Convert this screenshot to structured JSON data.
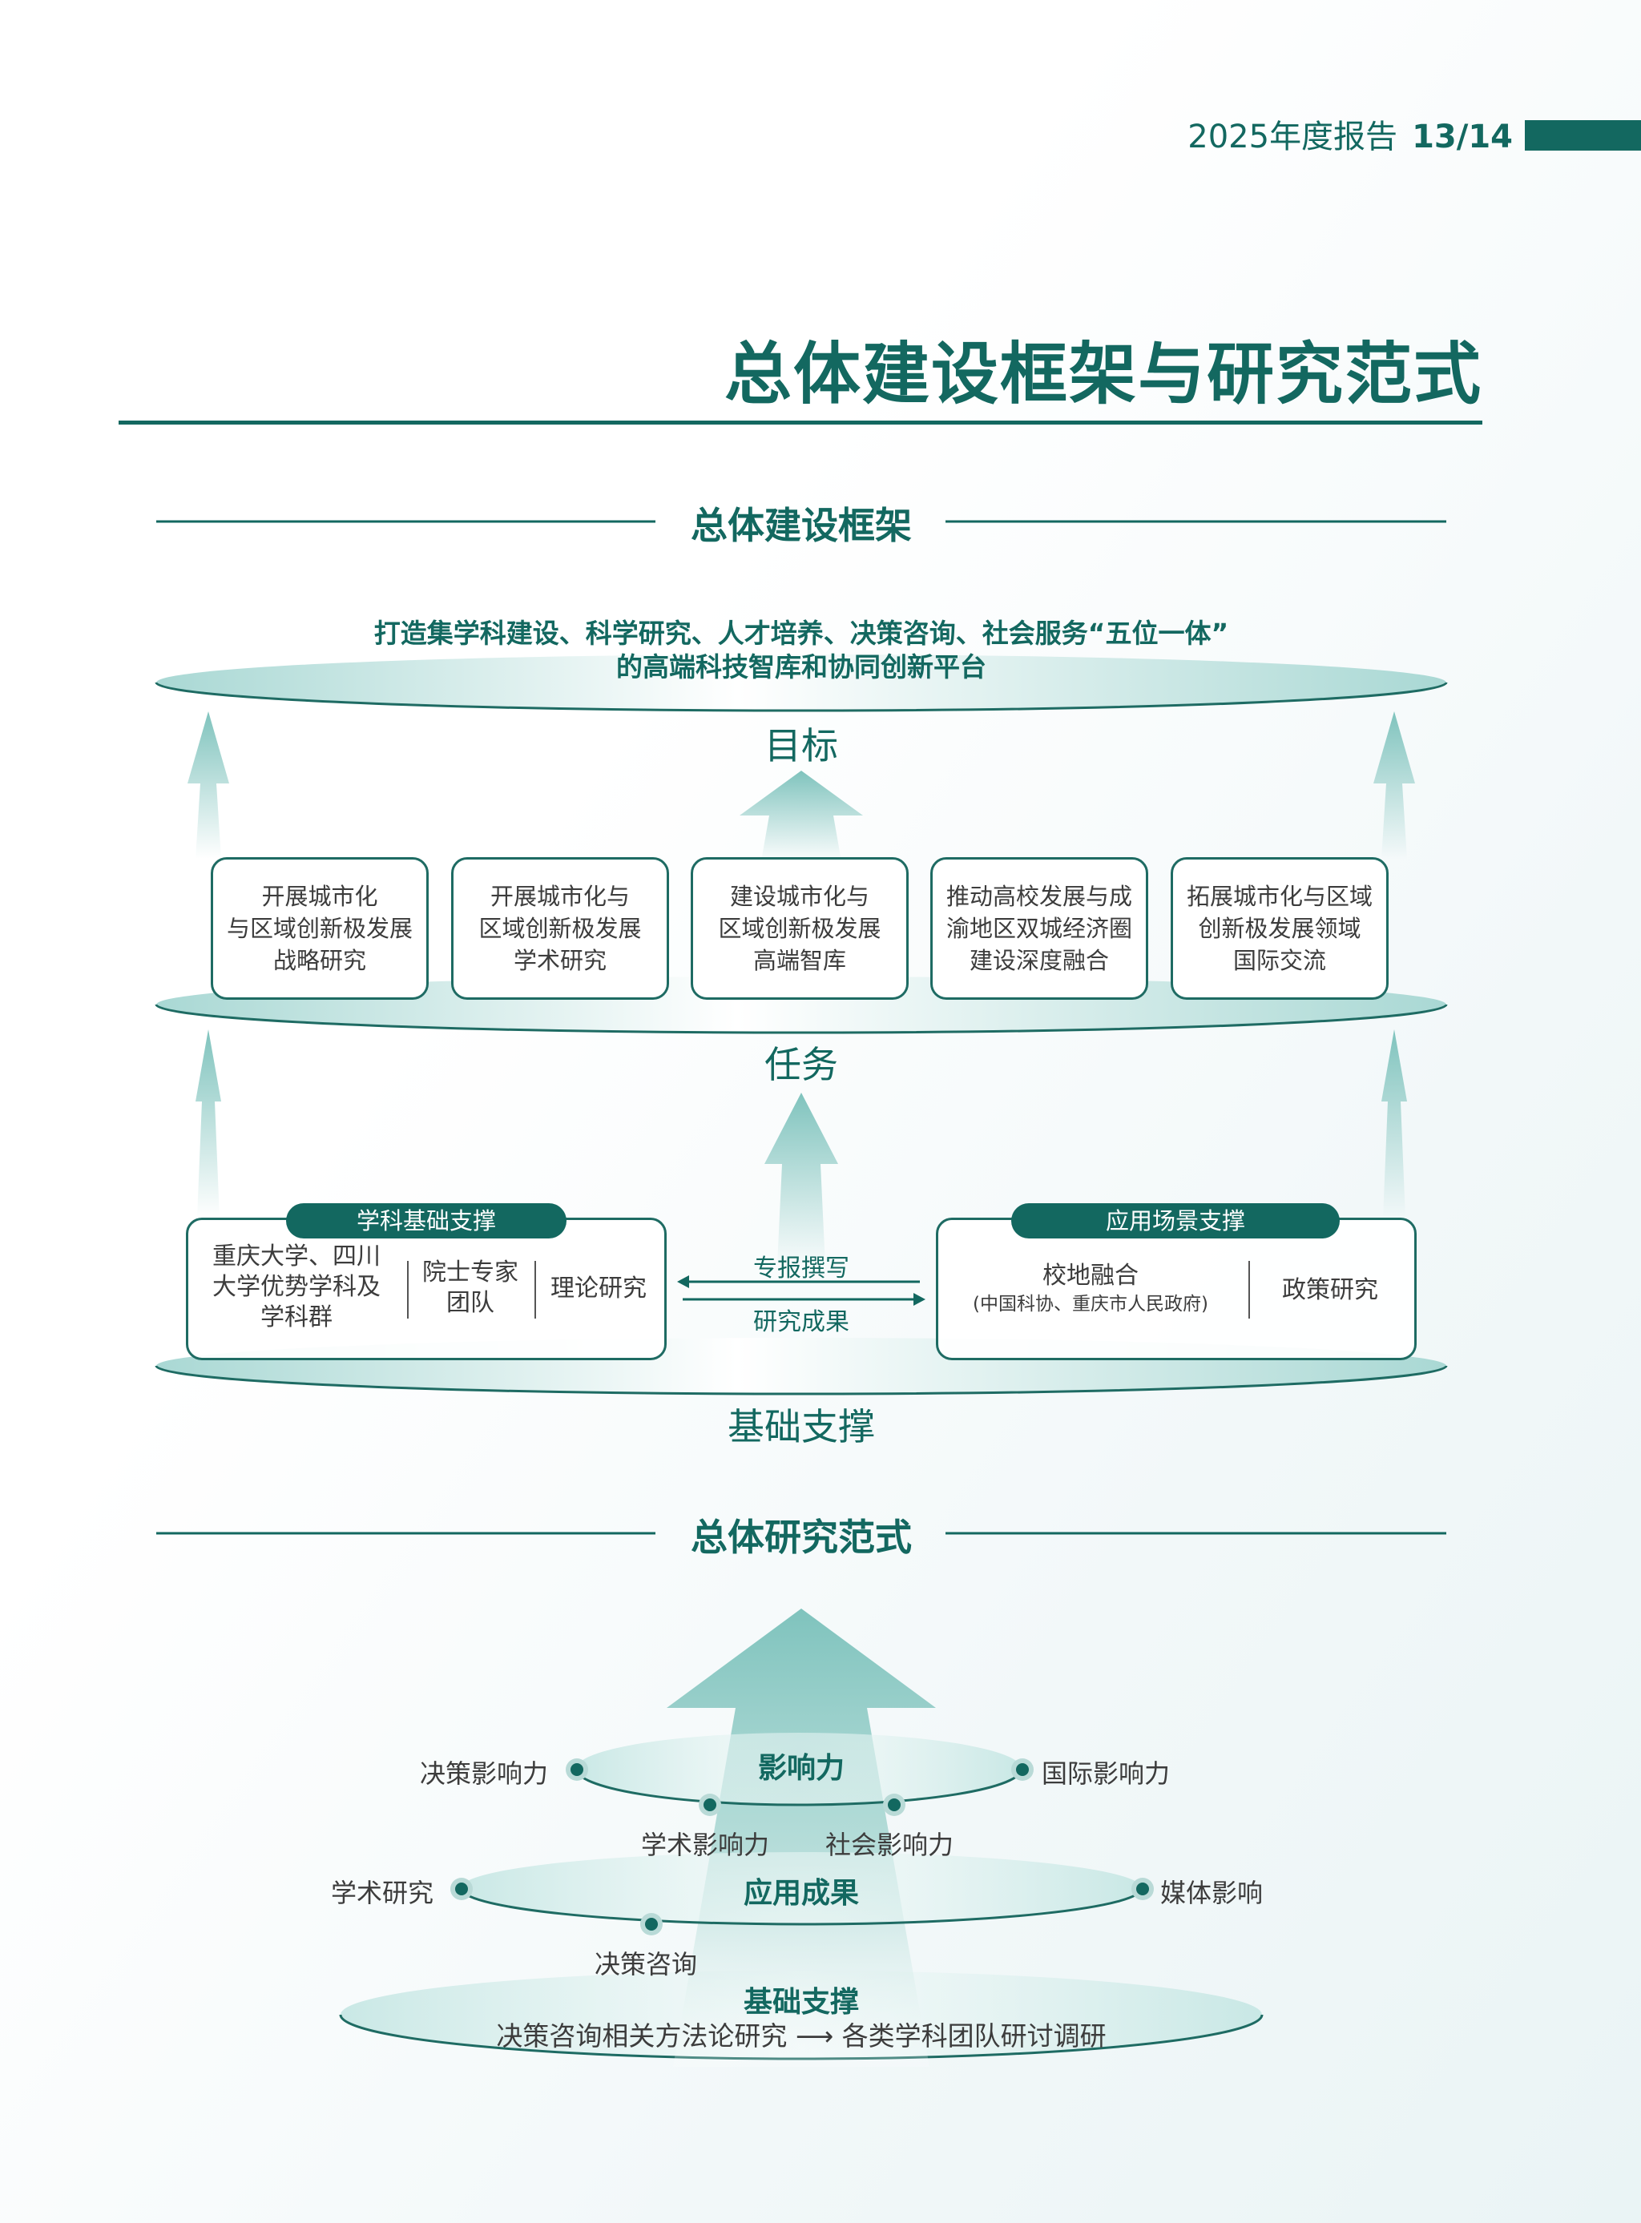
{
  "header": {
    "report_label": "2025年度报告",
    "page_number": "13/14"
  },
  "page_title": "总体建设框架与研究范式",
  "framework": {
    "section_title": "总体建设框架",
    "goal": {
      "line1": "打造集学科建设、科学研究、人才培养、决策咨询、社会服务“五位一体”",
      "line2": "的高端科技智库和协同创新平台",
      "label": "目标"
    },
    "tasks": {
      "label": "任务",
      "items": [
        {
          "lines": [
            "开展城市化",
            "与区域创新极发展",
            "战略研究"
          ]
        },
        {
          "lines": [
            "开展城市化与",
            "区域创新极发展",
            "学术研究"
          ]
        },
        {
          "lines": [
            "建设城市化与",
            "区域创新极发展",
            "高端智库"
          ]
        },
        {
          "lines": [
            "推动高校发展与成",
            "渝地区双城经济圈",
            "建设深度融合"
          ]
        },
        {
          "lines": [
            "拓展城市化与区域",
            "创新极发展领域",
            "国际交流"
          ]
        }
      ]
    },
    "foundation": {
      "label": "基础支撑",
      "left_box": {
        "tag": "学科基础支撑",
        "cells": [
          {
            "lines": [
              "重庆大学、四川",
              "大学优势学科及",
              "学科群"
            ]
          },
          {
            "lines": [
              "院士专家",
              "团队"
            ]
          },
          {
            "lines": [
              "理论研究"
            ]
          }
        ]
      },
      "right_box": {
        "tag": "应用场景支撑",
        "cells": [
          {
            "lines": [
              "校地融合"
            ],
            "sub": "(中国科协、重庆市人民政府)"
          },
          {
            "lines": [
              "政策研究"
            ]
          }
        ]
      },
      "arrow_top_label": "专报撰写",
      "arrow_bottom_label": "研究成果"
    }
  },
  "paradigm": {
    "section_title": "总体研究范式",
    "influence": {
      "title": "影响力",
      "nodes": [
        "决策影响力",
        "国际影响力",
        "学术影响力",
        "社会影响力"
      ]
    },
    "results": {
      "title": "应用成果",
      "nodes": [
        "学术研究",
        "媒体影响",
        "决策咨询"
      ]
    },
    "base": {
      "title": "基础支撑",
      "from": "决策咨询相关方法论研究",
      "arrow": "⟶",
      "to": "各类学科团队研讨调研"
    }
  },
  "colors": {
    "primary": "#136860",
    "light_teal": "#8ecac5",
    "text_gray": "#3c3c3c"
  }
}
